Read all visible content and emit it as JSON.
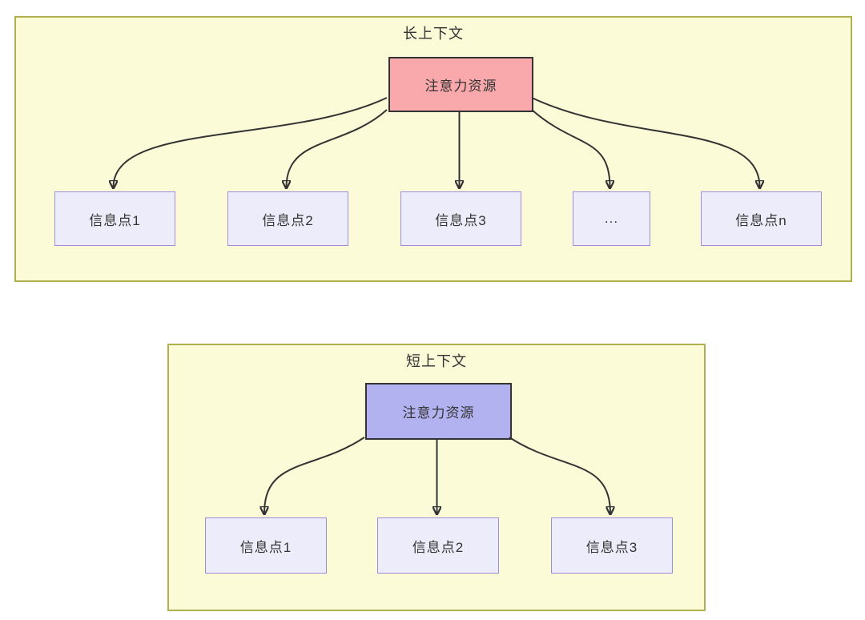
{
  "long_context": {
    "title": "长上下文",
    "attention_label": "注意力资源",
    "nodes": [
      {
        "label": "信息点1"
      },
      {
        "label": "信息点2"
      },
      {
        "label": "信息点3"
      },
      {
        "label": "..."
      },
      {
        "label": "信息点n"
      }
    ]
  },
  "short_context": {
    "title": "短上下文",
    "attention_label": "注意力资源",
    "nodes": [
      {
        "label": "信息点1"
      },
      {
        "label": "信息点2"
      },
      {
        "label": "信息点3"
      }
    ]
  },
  "colors": {
    "page_bg": "#ffffff",
    "panel_fill": "#fbfbd8",
    "panel_border": "#b0b04e",
    "node_fill": "#ececfb",
    "node_border": "#9f8bdc",
    "attention_long_fill": "#f9a8ab",
    "attention_short_fill": "#b2b2f0",
    "attention_border": "#333333",
    "edge": "#333333",
    "text": "#333333"
  }
}
